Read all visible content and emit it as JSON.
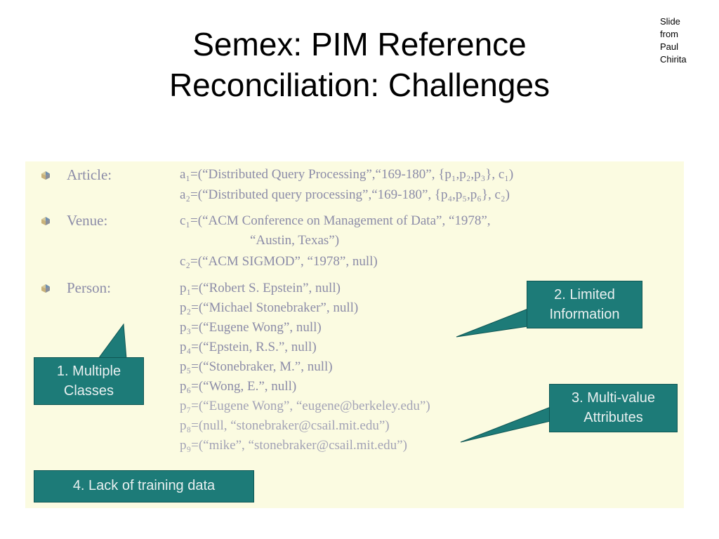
{
  "title": {
    "line1": "Semex: PIM Reference",
    "line2": "Reconciliation: Challenges"
  },
  "credit": {
    "line1": "Slide",
    "line2": "from",
    "line3": "Paul",
    "line4": "Chirita"
  },
  "sections": {
    "article": {
      "heading": "Article:",
      "a1": "a₁=(“Distributed Query Processing”,“169-180”, {p₁,p₂,p₃}, c₁)",
      "a2": "a₂=(“Distributed query processing”,“169-180”, {p₄,p₅,p₆}, c₂)"
    },
    "venue": {
      "heading": "Venue:",
      "c1a": "c₁=(“ACM Conference on Management of Data”, “1978”,",
      "c1b": "“Austin, Texas”)",
      "c2": "c₂=(“ACM SIGMOD”, “1978”, null)"
    },
    "person": {
      "heading": "Person:",
      "p1": "p₁=(“Robert S. Epstein”, null)",
      "p2": "p₂=(“Michael Stonebraker”, null)",
      "p3": "p₃=(“Eugene Wong”, null)",
      "p4": "p₄=(“Epstein, R.S.”, null)",
      "p5": "p₅=(“Stonebraker, M.”, null)",
      "p6": "p₆=(“Wong, E.”, null)",
      "p7": "p₇=(“Eugene Wong”, “eugene@berkeley.edu”)",
      "p8": "p₈=(null, “stonebraker@csail.mit.edu”)",
      "p9": "p₉=(“mike”, “stonebraker@csail.mit.edu”)"
    }
  },
  "callouts": {
    "multiple_classes": {
      "line1": "1. Multiple",
      "line2": "Classes"
    },
    "limited_info": {
      "line1": "2. Limited",
      "line2": "Information"
    },
    "multi_value": {
      "line1": "3. Multi-value",
      "line2": "Attributes"
    },
    "training": {
      "line1": "4. Lack of training data"
    }
  },
  "colors": {
    "panel_bg": "#fbfbe1",
    "callout_bg": "#1d7b78",
    "text": "#8c8ca8"
  }
}
